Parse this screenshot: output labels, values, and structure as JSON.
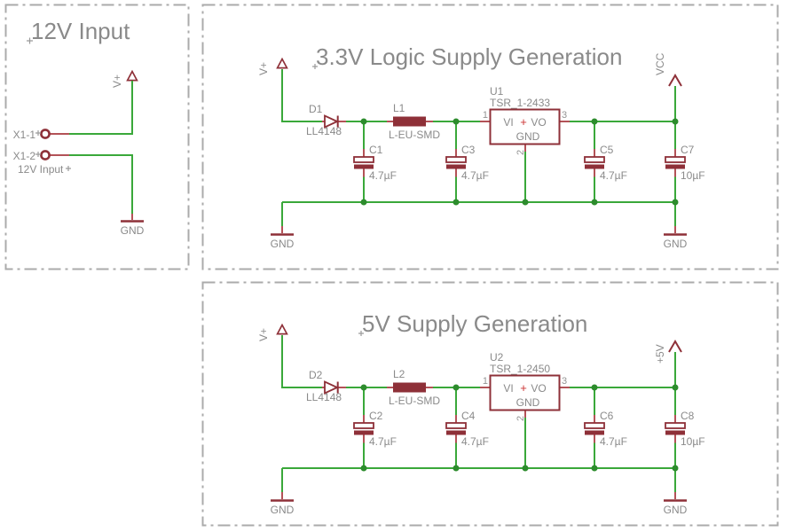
{
  "colors": {
    "wire_green": "#3aa83a",
    "junction_green": "#2d8c2d",
    "symbol_maroon": "#8e3038",
    "pin_red": "#b35257",
    "label_gray": "#8a8a8a",
    "frame_gray": "#ababab",
    "plus_red": "#cc3434"
  },
  "frames": {
    "input": {
      "title": "12V Input",
      "supply_label": "V+",
      "gnd_label": "GND",
      "pins": [
        {
          "ref": "X1-1"
        },
        {
          "ref": "X1-2"
        }
      ],
      "connector_label": "12V Input"
    },
    "logic": {
      "title": "3.3V Logic Supply Generation",
      "supply_in_label": "V+",
      "supply_out_label": "VCC",
      "gnd_left": "GND",
      "gnd_right": "GND",
      "diode": {
        "ref": "D1",
        "value": "LL4148"
      },
      "inductor": {
        "ref": "L1",
        "value": "L-EU-SMD"
      },
      "regulator": {
        "ref": "U1",
        "value": "TSR_1-2433",
        "vi": "VI",
        "plus": "+",
        "vo": "VO",
        "gnd": "GND",
        "pin1": "1",
        "pin2": "2",
        "pin3": "3"
      },
      "caps": [
        {
          "ref": "C1",
          "value": "4.7µF"
        },
        {
          "ref": "C3",
          "value": "4.7µF"
        },
        {
          "ref": "C5",
          "value": "4.7µF"
        },
        {
          "ref": "C7",
          "value": "10µF"
        }
      ]
    },
    "five_volt": {
      "title": "5V Supply Generation",
      "supply_in_label": "V+",
      "supply_out_label": "+5V",
      "gnd_left": "GND",
      "gnd_right": "GND",
      "diode": {
        "ref": "D2",
        "value": "LL4148"
      },
      "inductor": {
        "ref": "L2",
        "value": "L-EU-SMD"
      },
      "regulator": {
        "ref": "U2",
        "value": "TSR_1-2450",
        "vi": "VI",
        "plus": "+",
        "vo": "VO",
        "gnd": "GND",
        "pin1": "1",
        "pin2": "2",
        "pin3": "3"
      },
      "caps": [
        {
          "ref": "C2",
          "value": "4.7µF"
        },
        {
          "ref": "C4",
          "value": "4.7µF"
        },
        {
          "ref": "C6",
          "value": "4.7µF"
        },
        {
          "ref": "C8",
          "value": "10µF"
        }
      ]
    }
  }
}
